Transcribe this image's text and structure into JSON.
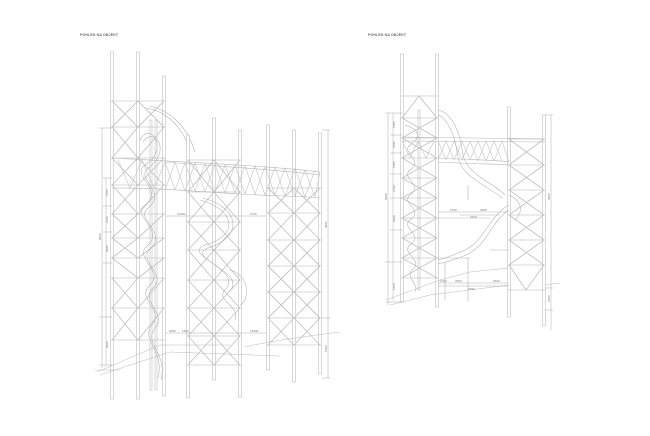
{
  "sheet": {
    "background": "#ffffff",
    "line_color": "#b8b8b8"
  },
  "views": {
    "left": {
      "label": "POHLED NA OBJEKT",
      "dimensions": {
        "left_total": "9000",
        "left_a": "2700",
        "left_b": "2700",
        "left_c": "3000",
        "left_lower": "3000",
        "right_total": "6000",
        "right_lower": "1500",
        "span_top": "10000",
        "span_mid": "2700",
        "span_bottom_a": "2000",
        "span_bottom_b": "1500",
        "span_bottom_c": "14500"
      }
    },
    "right": {
      "label": "POHLED NA OBJEKT",
      "dimensions": {
        "left_total": "9000",
        "left_a": "1500",
        "left_b": "1500",
        "left_c": "1500",
        "left_d": "2700",
        "left_e": "3000",
        "left_lower": "1500",
        "right_total": "6000",
        "right_lower": "1500",
        "span_top_a": "2700",
        "span_top_b": "3000",
        "span_top_c": "5700",
        "span_bottom_a": "1200",
        "span_bottom_b": "2000",
        "span_bottom_c": "1500",
        "span_bottom_total": "7000"
      }
    }
  }
}
